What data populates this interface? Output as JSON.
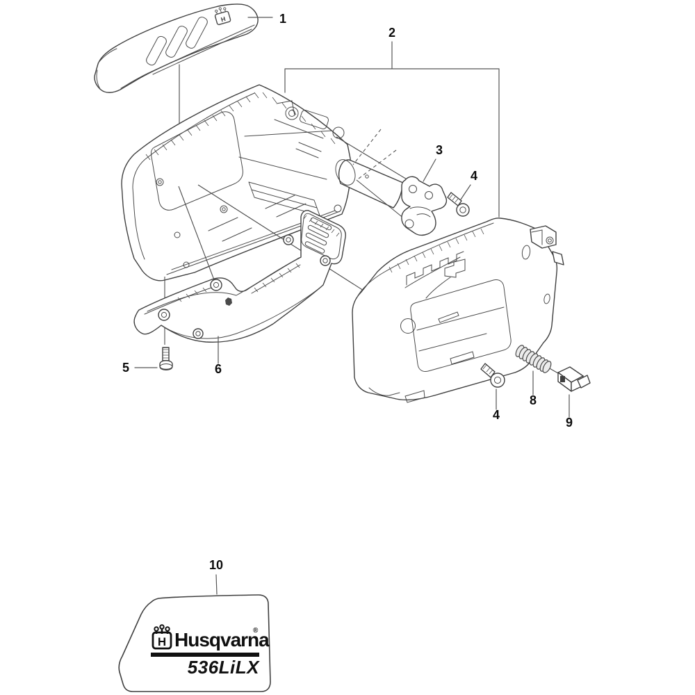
{
  "diagram": {
    "type": "exploded-parts-diagram",
    "product": "Husqvarna 536LiLX housing parts",
    "callouts": [
      {
        "number": "1",
        "part": "top-cover"
      },
      {
        "number": "2",
        "part": "housing-assembly"
      },
      {
        "number": "3",
        "part": "clamp-bracket"
      },
      {
        "number": "4",
        "part": "screw-upper"
      },
      {
        "number": "4",
        "part": "screw-lower"
      },
      {
        "number": "5",
        "part": "screw-bottom-plate"
      },
      {
        "number": "6",
        "part": "bottom-plate"
      },
      {
        "number": "8",
        "part": "spring"
      },
      {
        "number": "9",
        "part": "contact-block"
      },
      {
        "number": "10",
        "part": "model-decal"
      }
    ],
    "decal": {
      "brand": "Husqvarna",
      "registered": "®",
      "model": "536LiLX",
      "monogram": "H"
    },
    "cover_logo": {
      "monogram": "H"
    },
    "colors": {
      "background": "#ffffff",
      "line": "#3f3f3f",
      "label": "#0b0b0b",
      "decal_text": "#101010"
    }
  }
}
